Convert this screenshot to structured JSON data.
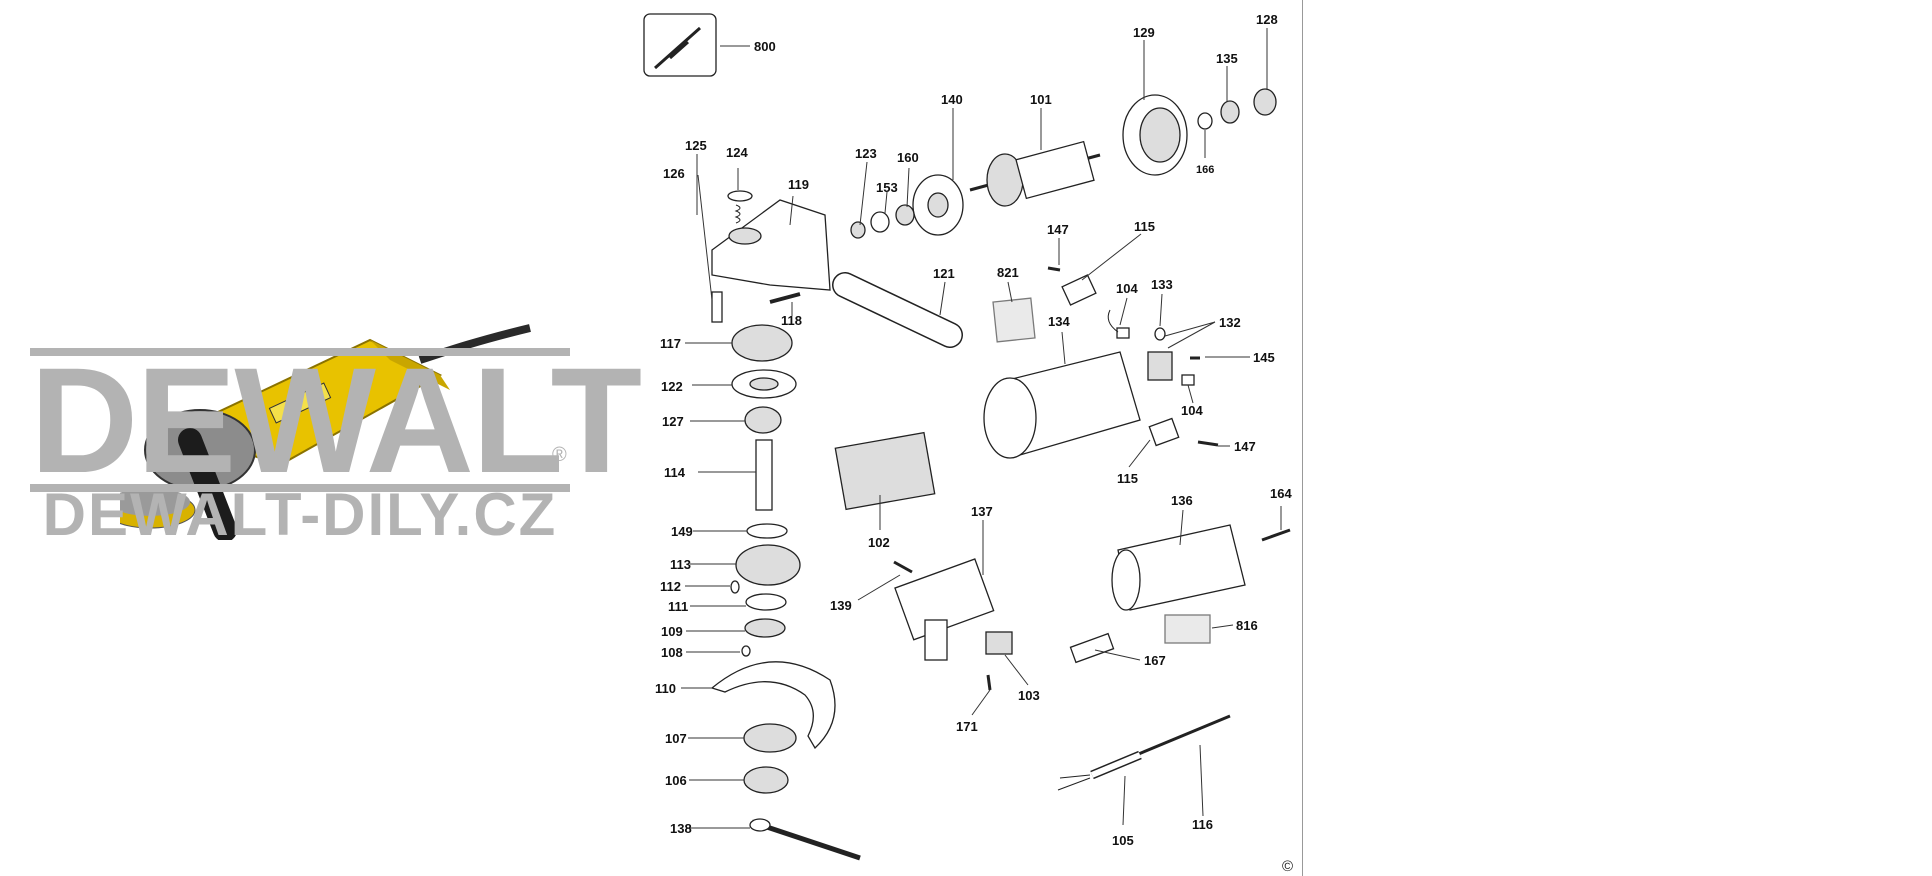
{
  "watermark": {
    "brand": "DEWALT",
    "registered": "®",
    "url": "DEWALT-DILY.CZ"
  },
  "copyright": "©",
  "parts": [
    {
      "id": "p800",
      "label": "800"
    },
    {
      "id": "p128",
      "label": "128"
    },
    {
      "id": "p129",
      "label": "129"
    },
    {
      "id": "p135",
      "label": "135"
    },
    {
      "id": "p140",
      "label": "140"
    },
    {
      "id": "p101",
      "label": "101"
    },
    {
      "id": "p166",
      "label": "166"
    },
    {
      "id": "p125",
      "label": "125"
    },
    {
      "id": "p124",
      "label": "124"
    },
    {
      "id": "p126",
      "label": "126"
    },
    {
      "id": "p119",
      "label": "119"
    },
    {
      "id": "p123",
      "label": "123"
    },
    {
      "id": "p160",
      "label": "160"
    },
    {
      "id": "p153",
      "label": "153"
    },
    {
      "id": "p147a",
      "label": "147"
    },
    {
      "id": "p115a",
      "label": "115"
    },
    {
      "id": "p121",
      "label": "121"
    },
    {
      "id": "p821",
      "label": "821"
    },
    {
      "id": "p104a",
      "label": "104"
    },
    {
      "id": "p133",
      "label": "133"
    },
    {
      "id": "p132",
      "label": "132"
    },
    {
      "id": "p118",
      "label": "118"
    },
    {
      "id": "p134",
      "label": "134"
    },
    {
      "id": "p145",
      "label": "145"
    },
    {
      "id": "p117",
      "label": "117"
    },
    {
      "id": "p104b",
      "label": "104"
    },
    {
      "id": "p122",
      "label": "122"
    },
    {
      "id": "p127",
      "label": "127"
    },
    {
      "id": "p147b",
      "label": "147"
    },
    {
      "id": "p115b",
      "label": "115"
    },
    {
      "id": "p114",
      "label": "114"
    },
    {
      "id": "p136",
      "label": "136"
    },
    {
      "id": "p164",
      "label": "164"
    },
    {
      "id": "p137",
      "label": "137"
    },
    {
      "id": "p149",
      "label": "149"
    },
    {
      "id": "p102",
      "label": "102"
    },
    {
      "id": "p113",
      "label": "113"
    },
    {
      "id": "p112",
      "label": "112"
    },
    {
      "id": "p139",
      "label": "139"
    },
    {
      "id": "p111",
      "label": "111"
    },
    {
      "id": "p816",
      "label": "816"
    },
    {
      "id": "p109",
      "label": "109"
    },
    {
      "id": "p108",
      "label": "108"
    },
    {
      "id": "p167",
      "label": "167"
    },
    {
      "id": "p110",
      "label": "110"
    },
    {
      "id": "p103",
      "label": "103"
    },
    {
      "id": "p171",
      "label": "171"
    },
    {
      "id": "p107",
      "label": "107"
    },
    {
      "id": "p106",
      "label": "106"
    },
    {
      "id": "p116",
      "label": "116"
    },
    {
      "id": "p105",
      "label": "105"
    },
    {
      "id": "p138",
      "label": "138"
    }
  ]
}
